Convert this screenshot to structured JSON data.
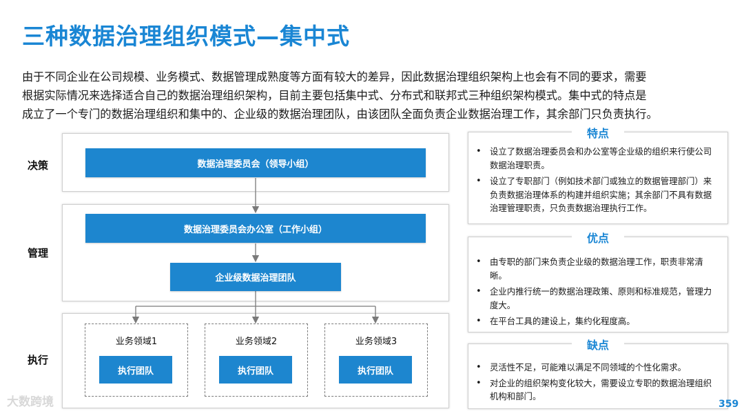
{
  "title": "三种数据治理组织模式—集中式",
  "intro": [
    "由于不同企业在公司规模、业务模式、数据管理成熟度等方面有较大的差异，因此数据治理组织架构上也会有不同的要求，需要",
    "根据实际情况来选择适合自己的数据治理组织架构，目前主要包括集中式、分布式和联邦式三种组织架构模式。集中式的特点是",
    "成立了一个专门的数据治理组织和集中的、企业级的数据治理团队，由该团队全面负责企业数据治理工作，其余部门只负责执行。"
  ],
  "diagram": {
    "rows": {
      "decision": "决策",
      "management": "管理",
      "execution": "执行"
    },
    "committee": "数据治理委员会（领导小组）",
    "office": "数据治理委员会办公室（工作小组）",
    "team": "企业级数据治理团队",
    "domains": [
      {
        "label": "业务领域1",
        "box": "执行团队"
      },
      {
        "label": "业务领域2",
        "box": "执行团队"
      },
      {
        "label": "业务领域3",
        "box": "执行团队"
      }
    ]
  },
  "panels": {
    "features": {
      "title": "特点",
      "items": [
        "设立了数据治理委员会和办公室等企业级的组织来行使公司数据治理职责。",
        "设立了专职部门（例如技术部门或独立的数据管理部门）来负责数据治理体系的构建并组织实施；其余部门不具有数据治理管理职责，只负责数据治理执行工作。"
      ]
    },
    "pros": {
      "title": "优点",
      "items": [
        "由专职的部门来负责企业级的数据治理工作，职责非常清晰。",
        "企业内推行统一的数据治理政策、原则和标准规范，管理力度大。",
        "在平台工具的建设上，集约化程度高。"
      ]
    },
    "cons": {
      "title": "缺点",
      "items": [
        "灵活性不足，可能难以满足不同领域的个性化需求。",
        "对企业的组织架构变化较大，需要设立专职的数据治理组织机构和部门。"
      ]
    }
  },
  "footer": {
    "logo": "大数跨境",
    "page": "359"
  },
  "colors": {
    "accent": "#1a86d4",
    "box": "#1d86cf"
  }
}
